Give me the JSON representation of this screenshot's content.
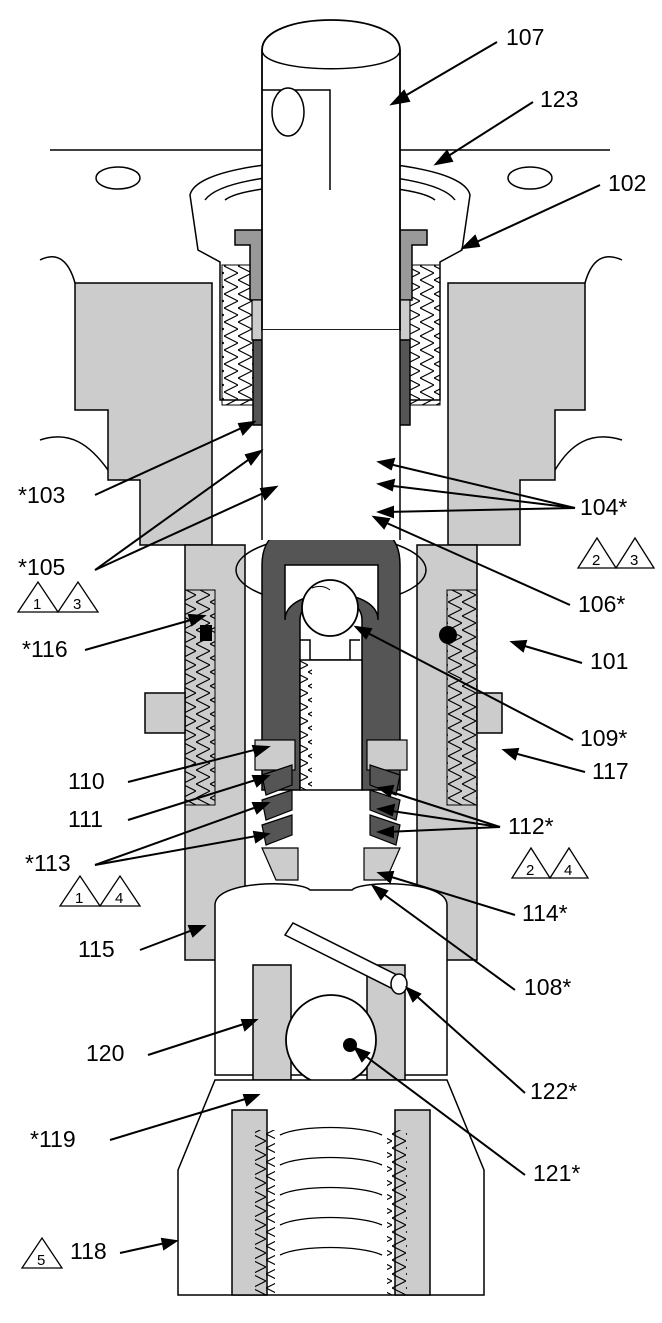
{
  "labels": {
    "l107": "107",
    "l123": "123",
    "l102": "102",
    "l103": "*103",
    "l104": "104*",
    "l105": "*105",
    "l106": "106*",
    "l116": "*116",
    "l101": "101",
    "l109": "109*",
    "l110": "110",
    "l117": "117",
    "l111": "111",
    "l112": "112*",
    "l113": "*113",
    "l114": "114*",
    "l115": "115",
    "l108": "108*",
    "l120": "120",
    "l122": "122*",
    "l119": "*119",
    "l121": "121*",
    "l118": "118"
  },
  "notes": {
    "n105a": "1",
    "n105b": "3",
    "n104a": "2",
    "n104b": "3",
    "n113a": "1",
    "n113b": "4",
    "n112a": "2",
    "n112b": "4",
    "n118": "5"
  },
  "colors": {
    "line": "#000000",
    "shade": "#cccccc",
    "dark": "#555555",
    "mid": "#999999",
    "light": "#eeeeee"
  }
}
